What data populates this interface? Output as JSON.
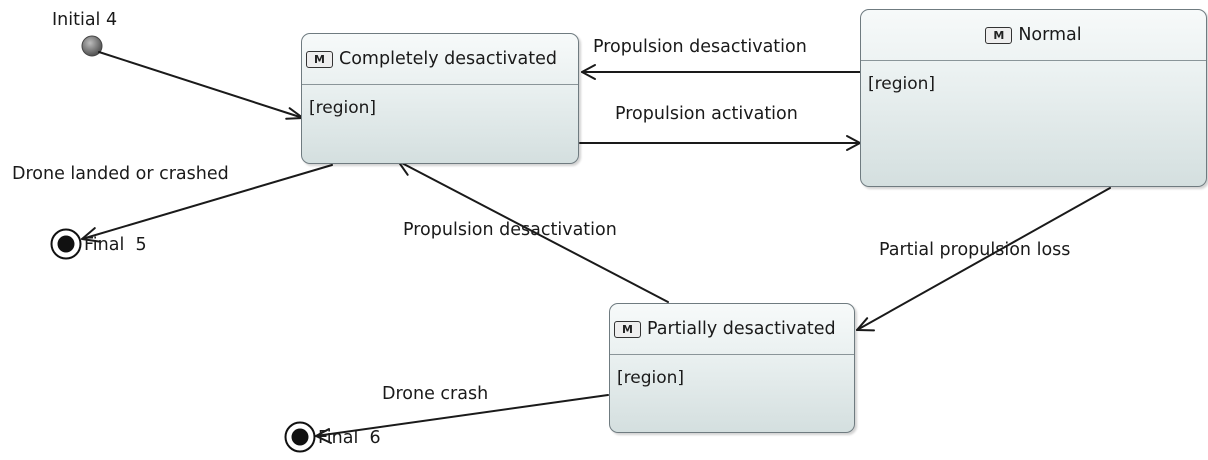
{
  "pseudostates": {
    "initial": {
      "label": "Initial 4"
    },
    "final5": {
      "label": "Final  5"
    },
    "final6": {
      "label": "Final  6"
    }
  },
  "states": {
    "completely_desactivated": {
      "name": "Completely desactivated",
      "icon": "M",
      "region": "[region]"
    },
    "normal": {
      "name": "Normal",
      "icon": "M",
      "region": "[region]"
    },
    "partially_desactivated": {
      "name": "Partially desactivated",
      "icon": "M",
      "region": "[region]"
    }
  },
  "transitions": {
    "propulsion_desactivation_top": "Propulsion desactivation",
    "propulsion_activation": "Propulsion activation",
    "drone_landed_or_crashed": "Drone landed or crashed",
    "propulsion_desactivation_mid": "Propulsion desactivation",
    "partial_propulsion_loss": "Partial propulsion loss",
    "drone_crash": "Drone crash"
  },
  "colors": {
    "edge": "#1a1a1a",
    "state_border": "#6f7b80",
    "state_fill_top": "#f7fafa",
    "state_fill_bottom": "#d4dfdf"
  }
}
